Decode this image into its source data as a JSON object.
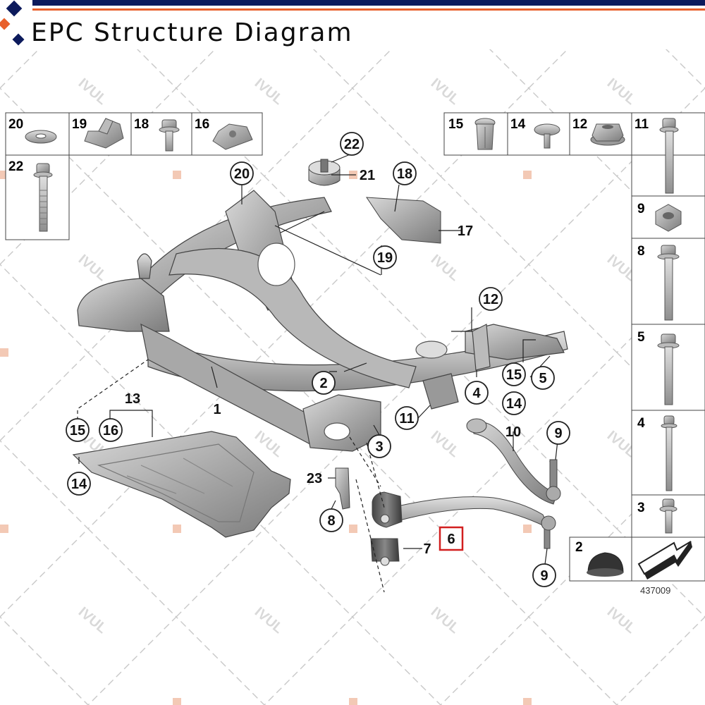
{
  "header": {
    "title": "EPC Structure Diagram",
    "colors": {
      "navy": "#0c1a5c",
      "orange": "#e8602c"
    }
  },
  "watermark": {
    "text": "IVUL"
  },
  "inset_left": {
    "parts": [
      {
        "n": "20",
        "shape": "washer"
      },
      {
        "n": "19",
        "shape": "clip"
      },
      {
        "n": "18",
        "shape": "bolt-short"
      },
      {
        "n": "16",
        "shape": "clip-nut"
      },
      {
        "n": "22",
        "shape": "bolt-long"
      }
    ]
  },
  "inset_right": {
    "top_row": [
      {
        "n": "15",
        "shape": "expansion-nut"
      },
      {
        "n": "14",
        "shape": "push-rivet"
      },
      {
        "n": "12",
        "shape": "collar-nut"
      }
    ],
    "column": [
      {
        "n": "11",
        "shape": "bolt-long"
      },
      {
        "n": "9",
        "shape": "hex-nut"
      },
      {
        "n": "8",
        "shape": "bolt-long"
      },
      {
        "n": "5",
        "shape": "bolt-long"
      },
      {
        "n": "4",
        "shape": "bolt-thin"
      },
      {
        "n": "3",
        "shape": "bolt-short"
      }
    ],
    "bottom": {
      "n": "2",
      "shape": "bump-cap"
    },
    "catalog_number": "437009"
  },
  "callouts": [
    {
      "n": "22"
    },
    {
      "n": "21"
    },
    {
      "n": "20"
    },
    {
      "n": "18"
    },
    {
      "n": "17"
    },
    {
      "n": "19"
    },
    {
      "n": "12"
    },
    {
      "n": "2"
    },
    {
      "n": "15"
    },
    {
      "n": "5"
    },
    {
      "n": "4"
    },
    {
      "n": "14"
    },
    {
      "n": "1"
    },
    {
      "n": "13"
    },
    {
      "n": "15"
    },
    {
      "n": "16"
    },
    {
      "n": "14"
    },
    {
      "n": "11"
    },
    {
      "n": "3"
    },
    {
      "n": "10"
    },
    {
      "n": "9"
    },
    {
      "n": "23"
    },
    {
      "n": "8"
    },
    {
      "n": "6",
      "highlight": true
    },
    {
      "n": "7"
    },
    {
      "n": "9"
    }
  ]
}
